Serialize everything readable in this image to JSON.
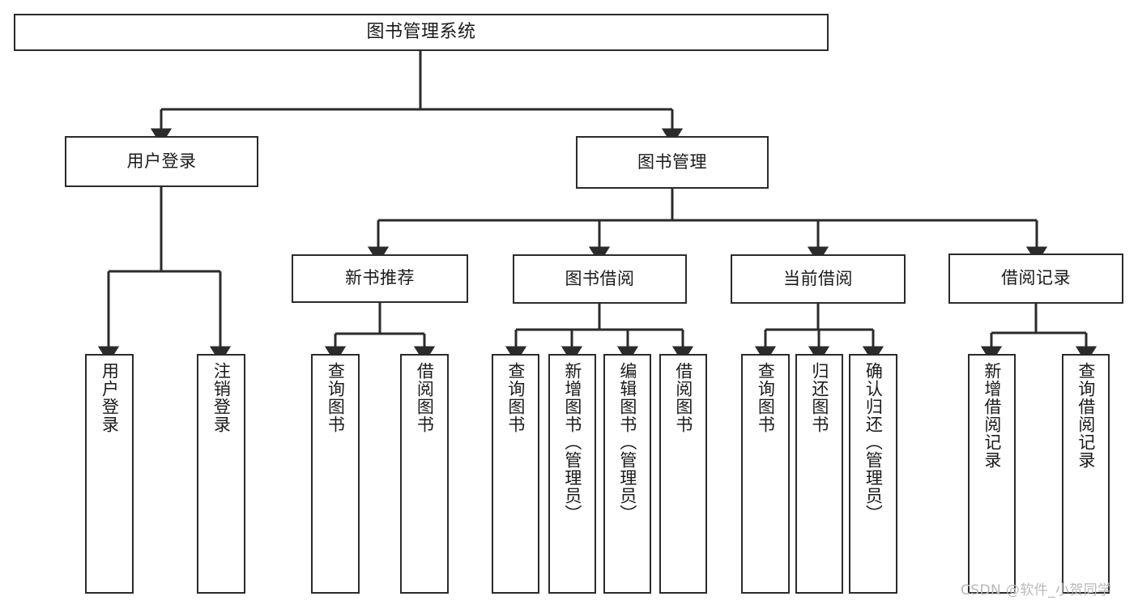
{
  "diagram": {
    "title": "图书管理系统",
    "type": "tree-hierarchy-chart",
    "watermark": "CSDN @软件_小贺同学",
    "colors": {
      "stroke": "#2b2b2b",
      "fill": "#ffffff",
      "text": "#1a1a1a",
      "watermark": "#b9b9b9"
    },
    "nodes": {
      "root": {
        "label": "图书管理系统"
      },
      "level2": [
        {
          "id": "user-login",
          "label": "用户登录"
        },
        {
          "id": "book-manage",
          "label": "图书管理"
        }
      ],
      "level3": [
        {
          "id": "new-book-rec",
          "label": "新书推荐"
        },
        {
          "id": "book-borrow",
          "label": "图书借阅"
        },
        {
          "id": "current-borrow",
          "label": "当前借阅"
        },
        {
          "id": "borrow-record",
          "label": "借阅记录"
        }
      ],
      "leaves": {
        "user-login": [
          {
            "id": "leaf-user-login",
            "label": "用户登录"
          },
          {
            "id": "leaf-logout",
            "label": "注销登录"
          }
        ],
        "new-book-rec": [
          {
            "id": "leaf-query-book-1",
            "label": "查询图书"
          },
          {
            "id": "leaf-borrow-book-1",
            "label": "借阅图书"
          }
        ],
        "book-borrow": [
          {
            "id": "leaf-query-book-2",
            "label": "查询图书"
          },
          {
            "id": "leaf-add-book",
            "label": "新增图书（管理员）"
          },
          {
            "id": "leaf-edit-book",
            "label": "编辑图书（管理员）"
          },
          {
            "id": "leaf-borrow-book-2",
            "label": "借阅图书"
          }
        ],
        "current-borrow": [
          {
            "id": "leaf-query-book-3",
            "label": "查询图书"
          },
          {
            "id": "leaf-return-book",
            "label": "归还图书"
          },
          {
            "id": "leaf-confirm-return",
            "label": "确认归还（管理员）"
          }
        ],
        "borrow-record": [
          {
            "id": "leaf-add-record",
            "label": "新增借阅记录"
          },
          {
            "id": "leaf-query-record",
            "label": "查询借阅记录"
          }
        ]
      }
    }
  }
}
